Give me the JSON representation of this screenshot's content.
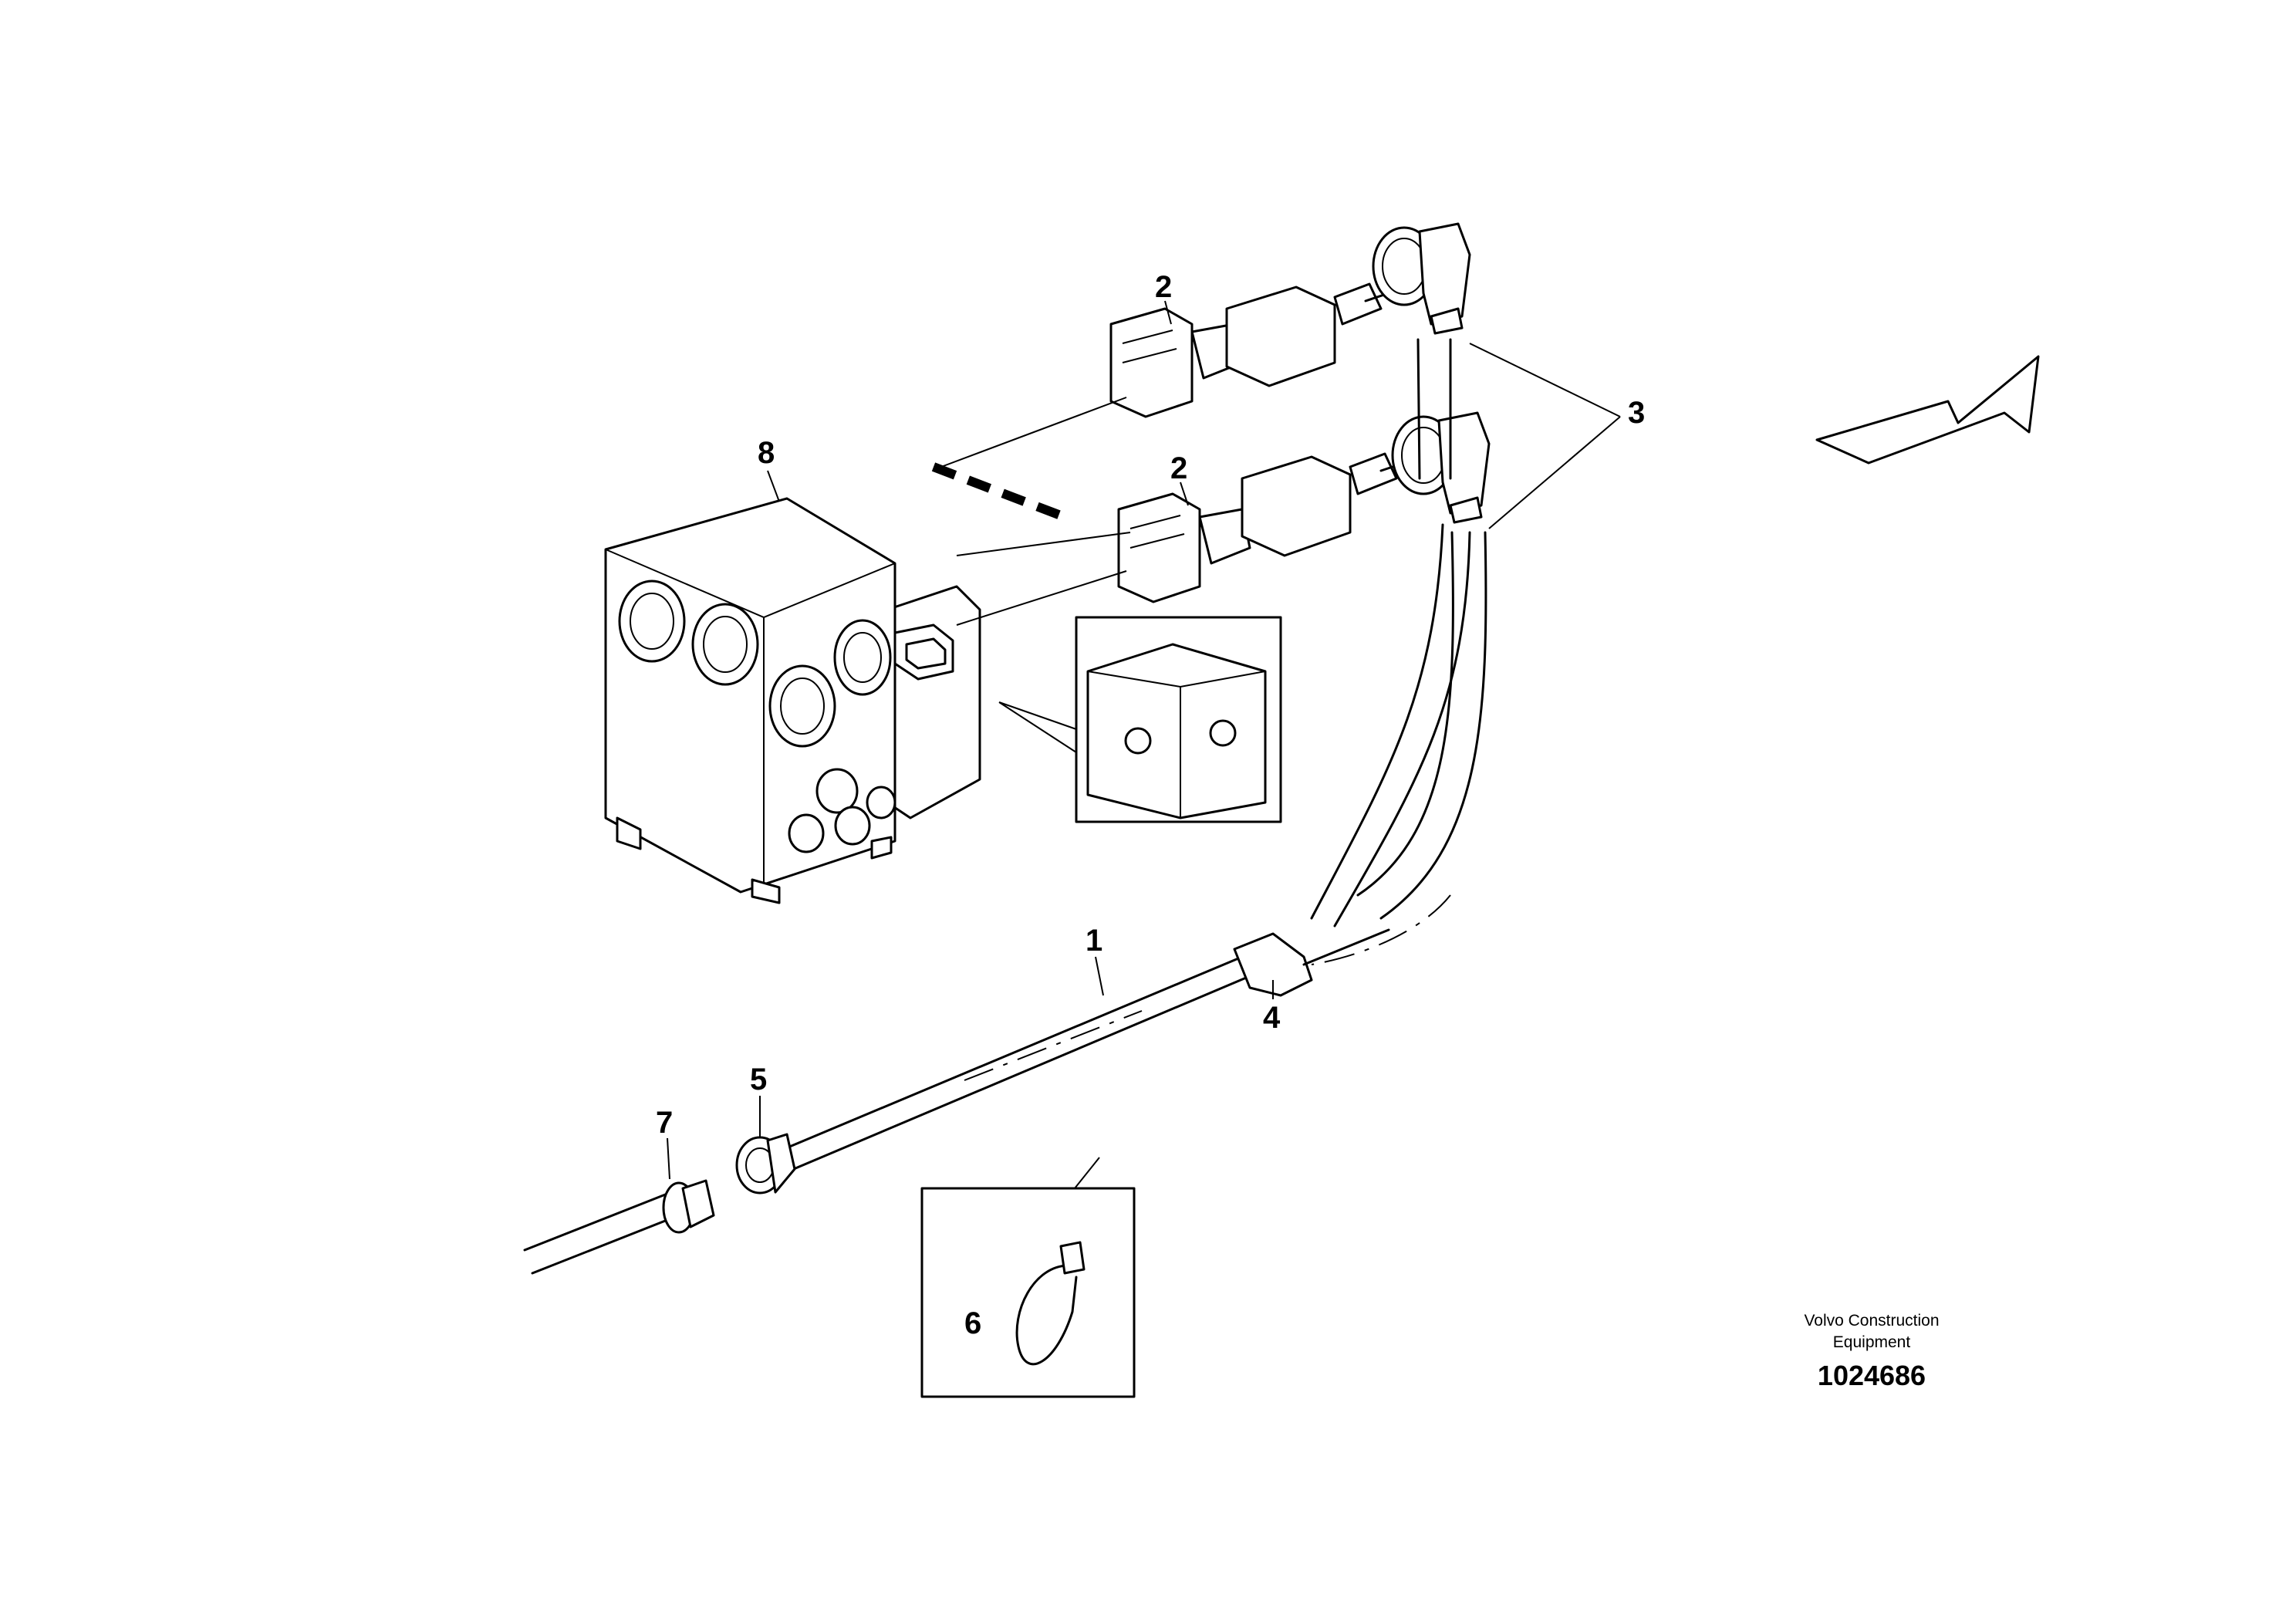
{
  "callouts": {
    "c1": "1",
    "c2a": "2",
    "c2b": "2",
    "c3": "3",
    "c4": "4",
    "c5": "5",
    "c6": "6",
    "c7": "7",
    "c8": "8"
  },
  "footer": {
    "maker_line1": "Volvo Construction",
    "maker_line2": "Equipment",
    "drawing_number": "1024686"
  },
  "icons": [
    "direction-arrow-icon",
    "cable-tie-icon",
    "solenoid-detail-icon"
  ],
  "colors": {
    "line": "#000000",
    "background": "#ffffff"
  }
}
